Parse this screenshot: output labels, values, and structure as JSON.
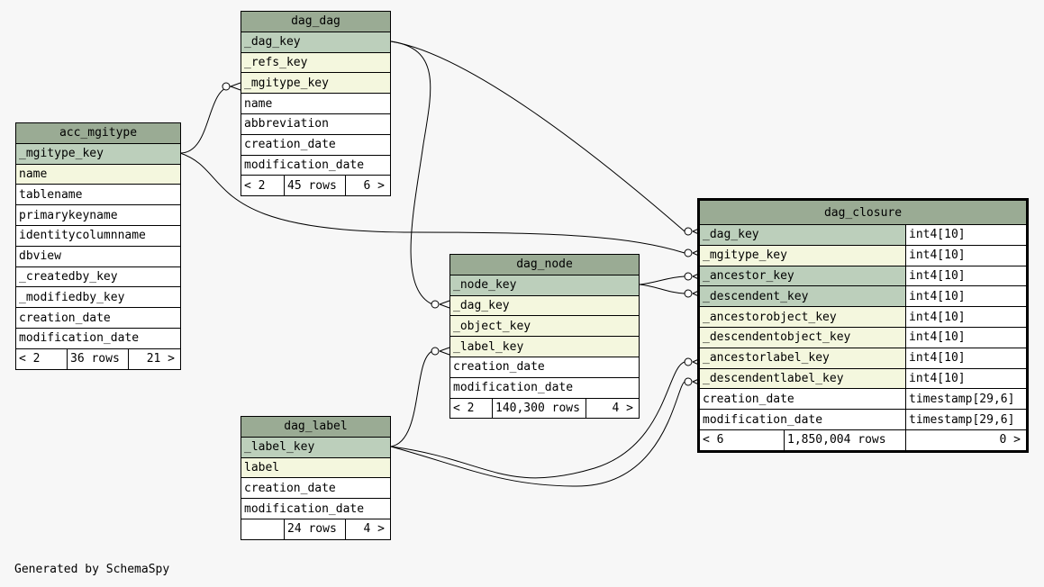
{
  "footer": "Generated by SchemaSpy",
  "tables": {
    "dag_dag": {
      "name": "dag_dag",
      "columns": [
        {
          "name": "_dag_key",
          "kind": "pk"
        },
        {
          "name": "_refs_key",
          "kind": "fk"
        },
        {
          "name": "_mgitype_key",
          "kind": "fk"
        },
        {
          "name": "name",
          "kind": "plain"
        },
        {
          "name": "abbreviation",
          "kind": "plain"
        },
        {
          "name": "creation_date",
          "kind": "plain"
        },
        {
          "name": "modification_date",
          "kind": "plain"
        }
      ],
      "footer": {
        "parents": "< 2",
        "rows": "45 rows",
        "children": "6 >"
      }
    },
    "acc_mgitype": {
      "name": "acc_mgitype",
      "columns": [
        {
          "name": "_mgitype_key",
          "kind": "pk"
        },
        {
          "name": "name",
          "kind": "fk"
        },
        {
          "name": "tablename",
          "kind": "plain"
        },
        {
          "name": "primarykeyname",
          "kind": "plain"
        },
        {
          "name": "identitycolumnname",
          "kind": "plain"
        },
        {
          "name": "dbview",
          "kind": "plain"
        },
        {
          "name": "_createdby_key",
          "kind": "plain"
        },
        {
          "name": "_modifiedby_key",
          "kind": "plain"
        },
        {
          "name": "creation_date",
          "kind": "plain"
        },
        {
          "name": "modification_date",
          "kind": "plain"
        }
      ],
      "footer": {
        "parents": "< 2",
        "rows": "36 rows",
        "children": "21 >"
      }
    },
    "dag_node": {
      "name": "dag_node",
      "columns": [
        {
          "name": "_node_key",
          "kind": "pk"
        },
        {
          "name": "_dag_key",
          "kind": "fk"
        },
        {
          "name": "_object_key",
          "kind": "fk"
        },
        {
          "name": "_label_key",
          "kind": "fk"
        },
        {
          "name": "creation_date",
          "kind": "plain"
        },
        {
          "name": "modification_date",
          "kind": "plain"
        }
      ],
      "footer": {
        "parents": "< 2",
        "rows": "140,300 rows",
        "children": "4 >"
      }
    },
    "dag_label": {
      "name": "dag_label",
      "columns": [
        {
          "name": "_label_key",
          "kind": "pk"
        },
        {
          "name": "label",
          "kind": "fk"
        },
        {
          "name": "creation_date",
          "kind": "plain"
        },
        {
          "name": "modification_date",
          "kind": "plain"
        }
      ],
      "footer": {
        "parents": "",
        "rows": "24 rows",
        "children": "4 >"
      }
    },
    "dag_closure": {
      "name": "dag_closure",
      "columns": [
        {
          "name": "_dag_key",
          "type": "int4[10]",
          "kind": "pk"
        },
        {
          "name": "_mgitype_key",
          "type": "int4[10]",
          "kind": "fk"
        },
        {
          "name": "_ancestor_key",
          "type": "int4[10]",
          "kind": "pk"
        },
        {
          "name": "_descendent_key",
          "type": "int4[10]",
          "kind": "pk"
        },
        {
          "name": "_ancestorobject_key",
          "type": "int4[10]",
          "kind": "fk"
        },
        {
          "name": "_descendentobject_key",
          "type": "int4[10]",
          "kind": "fk"
        },
        {
          "name": "_ancestorlabel_key",
          "type": "int4[10]",
          "kind": "fk"
        },
        {
          "name": "_descendentlabel_key",
          "type": "int4[10]",
          "kind": "fk"
        },
        {
          "name": "creation_date",
          "type": "timestamp[29,6]",
          "kind": "plain"
        },
        {
          "name": "modification_date",
          "type": "timestamp[29,6]",
          "kind": "plain"
        }
      ],
      "footer": {
        "parents": "< 6",
        "rows": "1,850,004 rows",
        "children": "0 >"
      }
    }
  }
}
